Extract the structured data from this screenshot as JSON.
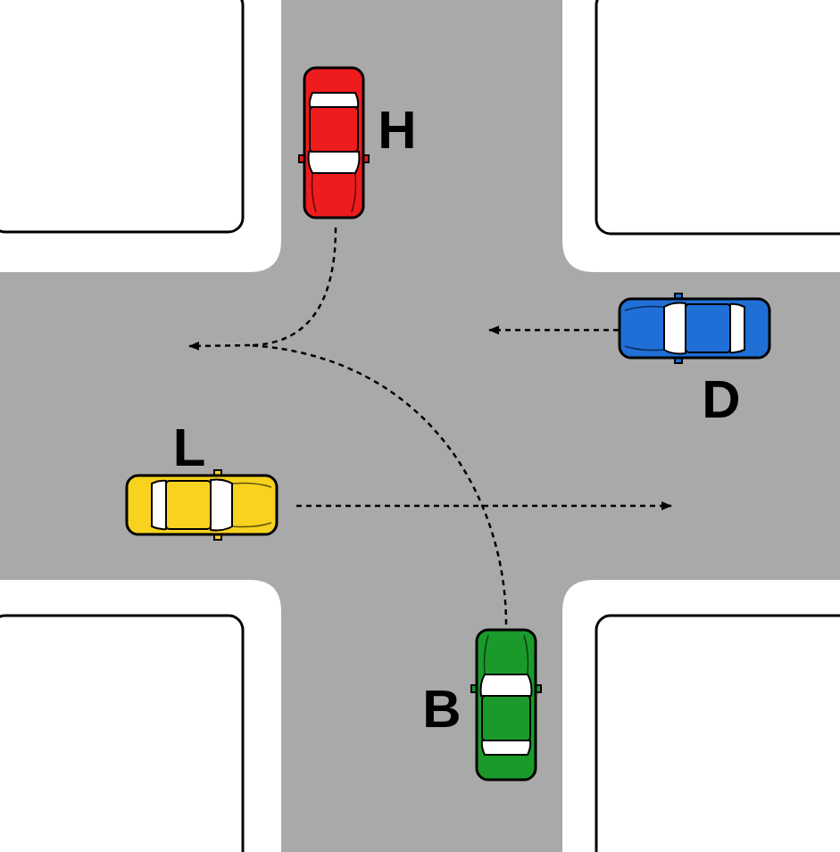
{
  "diagram": {
    "labels": [
      "H",
      "D",
      "L",
      "B"
    ]
  }
}
